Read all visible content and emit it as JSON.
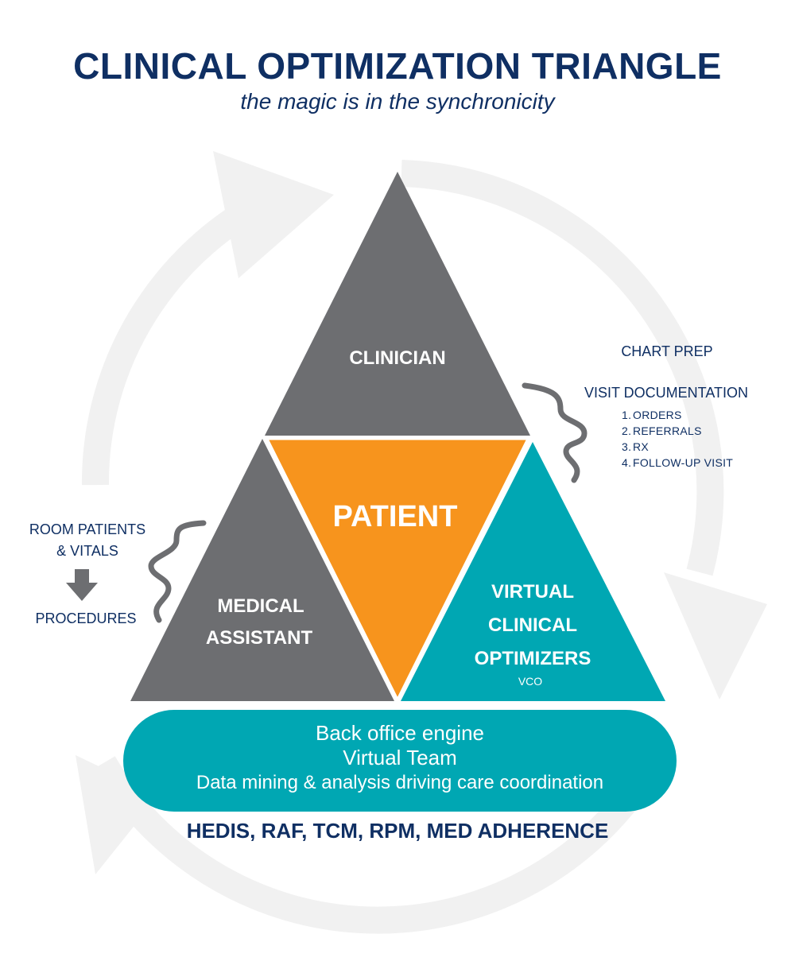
{
  "header": {
    "title": "CLINICAL OPTIMIZATION TRIANGLE",
    "subtitle": "the magic is in the synchronicity"
  },
  "triangle": {
    "top": {
      "label": "CLINICIAN"
    },
    "center": {
      "label": "PATIENT"
    },
    "left": {
      "line1": "MEDICAL",
      "line2": "ASSISTANT"
    },
    "right": {
      "line1": "VIRTUAL",
      "line2": "CLINICAL",
      "line3": "OPTIMIZERS",
      "sub": "VCO"
    }
  },
  "clinician_tasks": {
    "chart_prep": "CHART PREP",
    "visit_documentation": "VISIT DOCUMENTATION",
    "items": [
      {
        "num": "1.",
        "text": "ORDERS"
      },
      {
        "num": "2.",
        "text": "REFERRALS"
      },
      {
        "num": "3.",
        "text": "RX"
      },
      {
        "num": "4.",
        "text": "FOLLOW-UP VISIT"
      }
    ]
  },
  "ma_tasks": {
    "line1": "ROOM PATIENTS",
    "line2": "& VITALS",
    "procedures": "PROCEDURES"
  },
  "engine": {
    "line1": "Back office engine",
    "line2": "Virtual Team",
    "line3": "Data mining & analysis driving care coordination"
  },
  "footer": "HEDIS, RAF, TCM, RPM, MED ADHERENCE",
  "colors": {
    "navy": "#0f2f63",
    "gray": "#6d6e71",
    "orange": "#f7941d",
    "teal": "#00a7b3",
    "cycle_arrow": "#f2f2f2"
  }
}
